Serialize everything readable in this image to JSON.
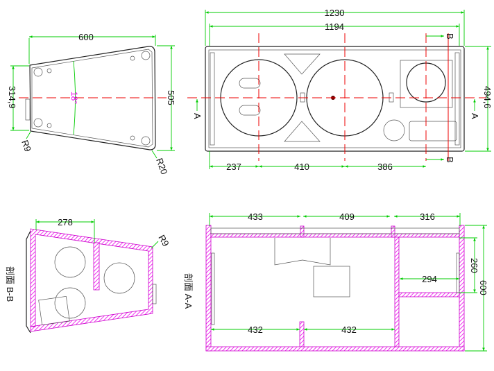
{
  "side_view": {
    "width": "600",
    "front_height": "314,9",
    "rear_height": "505",
    "angle": "18°",
    "radius_small": "R9",
    "radius_large": "R20"
  },
  "front_view": {
    "overall_width": "1230",
    "inner_width": "1194",
    "height": "494,6",
    "offset_1": "237",
    "offset_2": "410",
    "offset_3": "386",
    "section_a": "A",
    "section_b": "B"
  },
  "section_bb": {
    "title": "剖面 B-B",
    "depth": "278",
    "radius": "R9"
  },
  "section_aa": {
    "title": "剖面 A-A",
    "top_1": "433",
    "top_2": "409",
    "top_3": "316",
    "bottom_1": "432",
    "bottom_2": "432",
    "shelf_width": "294",
    "shelf_height": "260",
    "height": "600"
  },
  "colors": {
    "dimension": "#00cc00",
    "centerline": "#ee0000",
    "hatch": "#cc00cc"
  }
}
